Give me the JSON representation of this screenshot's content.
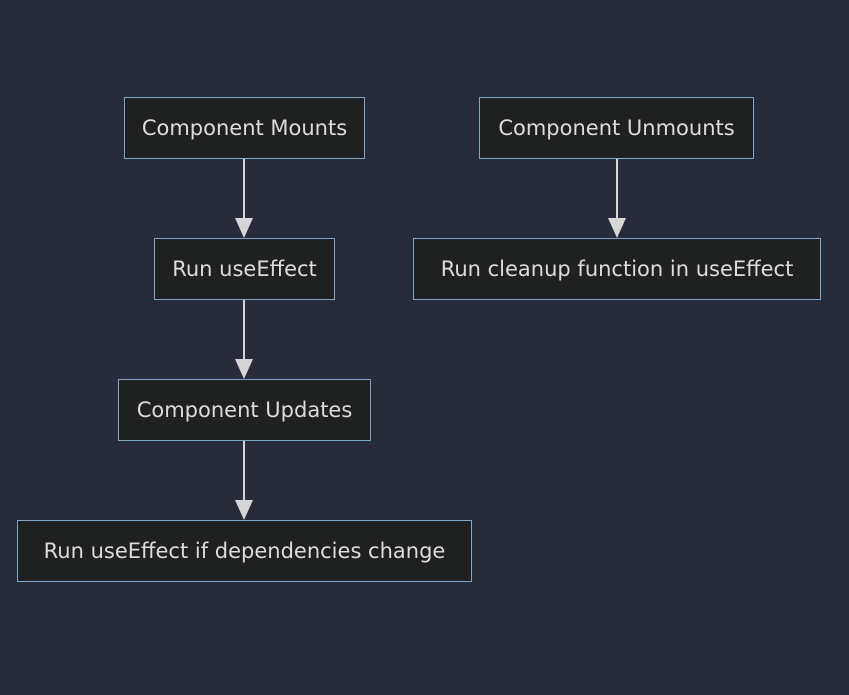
{
  "diagram": {
    "nodes": {
      "mount": "Component Mounts",
      "unmount": "Component Unmounts",
      "run_effect": "Run useEffect",
      "cleanup": "Run cleanup function in useEffect",
      "update": "Component Updates",
      "run_effect_deps": "Run useEffect if dependencies change"
    },
    "edges": [
      {
        "from": "mount",
        "to": "run_effect"
      },
      {
        "from": "run_effect",
        "to": "update"
      },
      {
        "from": "update",
        "to": "run_effect_deps"
      },
      {
        "from": "unmount",
        "to": "cleanup"
      }
    ],
    "colors": {
      "background": "#282c3a",
      "node_fill": "#1f2020",
      "node_border": "#7fa7cc",
      "node_text": "#dcdcdc",
      "edge": "#d6d6d6"
    }
  }
}
